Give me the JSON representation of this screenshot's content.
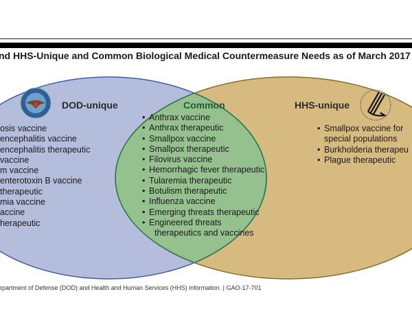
{
  "title": "nd HHS-Unique and Common Biological Medical Countermeasure Needs as of March 2017",
  "colors": {
    "dod": "#b4bddc",
    "hhs": "#d6ba80",
    "common": "#95c18f"
  },
  "dod": {
    "header": "DOD-unique",
    "items": [
      "osis vaccine",
      " encephalitis vaccine",
      " encephalitis therapeutic",
      " vaccine",
      "m vaccine",
      "enterotoxin B vaccine",
      "therapeutic",
      "mia vaccine",
      "accine",
      "herapeutic"
    ]
  },
  "common": {
    "header": "Common",
    "items": [
      "Anthrax vaccine",
      "Anthrax therapeutic",
      "Smallpox vaccine",
      "Smallpox therapeutic",
      "Filovirus vaccine",
      "Hemorrhagic fever therapeutic",
      "Tularemia therapeutic",
      "Botulism therapeutic",
      "Influenza vaccine",
      "Emerging threats therapeutic",
      "Engineered threats",
      "therapeutics and vaccines"
    ]
  },
  "hhs": {
    "header": "HHS-unique",
    "items": [
      "Smallpox vaccine for",
      "special populations",
      "Burkholderia therapeu",
      "Plague therapeutic"
    ]
  },
  "footer": "epartment of Defense (DOD) and Health and Human Services (HHS) information.  |  GAO-17-701"
}
